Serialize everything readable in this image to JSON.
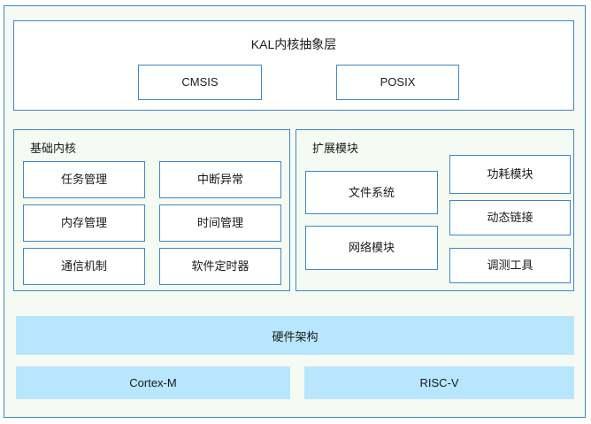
{
  "diagram": {
    "colors": {
      "outline": "#3f87c7",
      "page_tint": "#f5faf2",
      "box_fill": "#ffffff",
      "hardware_fill": "#b8e6fd",
      "text": "#1a1a1a"
    },
    "kal_layer": {
      "title": "KAL内核抽象层",
      "items": [
        {
          "label": "CMSIS"
        },
        {
          "label": "POSIX"
        }
      ]
    },
    "base_kernel": {
      "title": "基础内核",
      "items": [
        {
          "label": "任务管理"
        },
        {
          "label": "中断异常"
        },
        {
          "label": "内存管理"
        },
        {
          "label": "时间管理"
        },
        {
          "label": "通信机制"
        },
        {
          "label": "软件定时器"
        }
      ]
    },
    "extension_modules": {
      "title": "扩展模块",
      "left_items": [
        {
          "label": "文件系统"
        },
        {
          "label": "网络模块"
        }
      ],
      "right_items": [
        {
          "label": "功耗模块"
        },
        {
          "label": "动态链接"
        },
        {
          "label": "调测工具"
        }
      ]
    },
    "hardware_layer": {
      "title": "硬件架构",
      "items": [
        {
          "label": "Cortex-M"
        },
        {
          "label": "RISC-V"
        }
      ]
    }
  }
}
